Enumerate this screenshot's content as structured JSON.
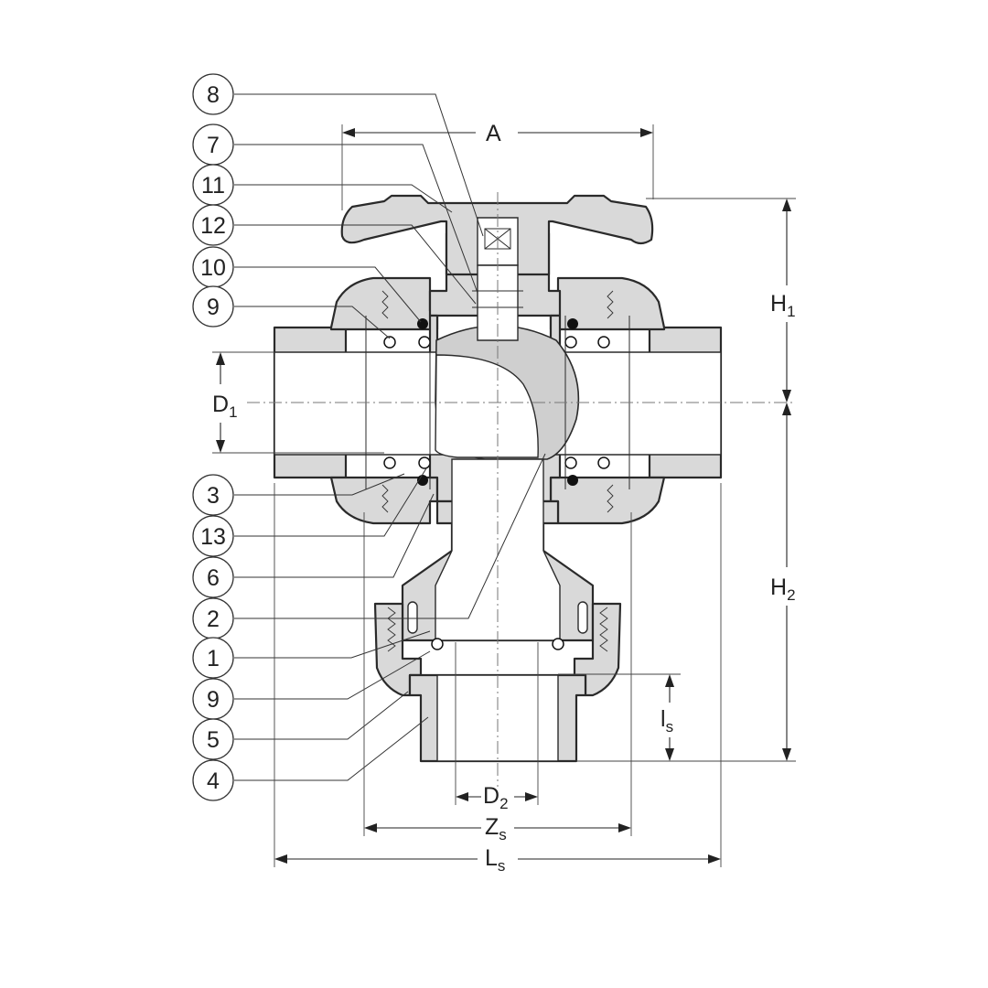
{
  "callouts": [
    {
      "label": "8"
    },
    {
      "label": "7"
    },
    {
      "label": "11"
    },
    {
      "label": "12"
    },
    {
      "label": "10"
    },
    {
      "label": "9"
    },
    {
      "label": "3"
    },
    {
      "label": "13"
    },
    {
      "label": "6"
    },
    {
      "label": "2"
    },
    {
      "label": "1"
    },
    {
      "label": "9"
    },
    {
      "label": "5"
    },
    {
      "label": "4"
    }
  ],
  "dimensions": {
    "A": {
      "main": "A",
      "sub": ""
    },
    "H1": {
      "main": "H",
      "sub": "1"
    },
    "H2": {
      "main": "H",
      "sub": "2"
    },
    "D1": {
      "main": "D",
      "sub": "1"
    },
    "D2": {
      "main": "D",
      "sub": "2"
    },
    "Zs": {
      "main": "Z",
      "sub": "s"
    },
    "Ls": {
      "main": "L",
      "sub": "s"
    },
    "ls": {
      "main": "l",
      "sub": "s"
    }
  }
}
